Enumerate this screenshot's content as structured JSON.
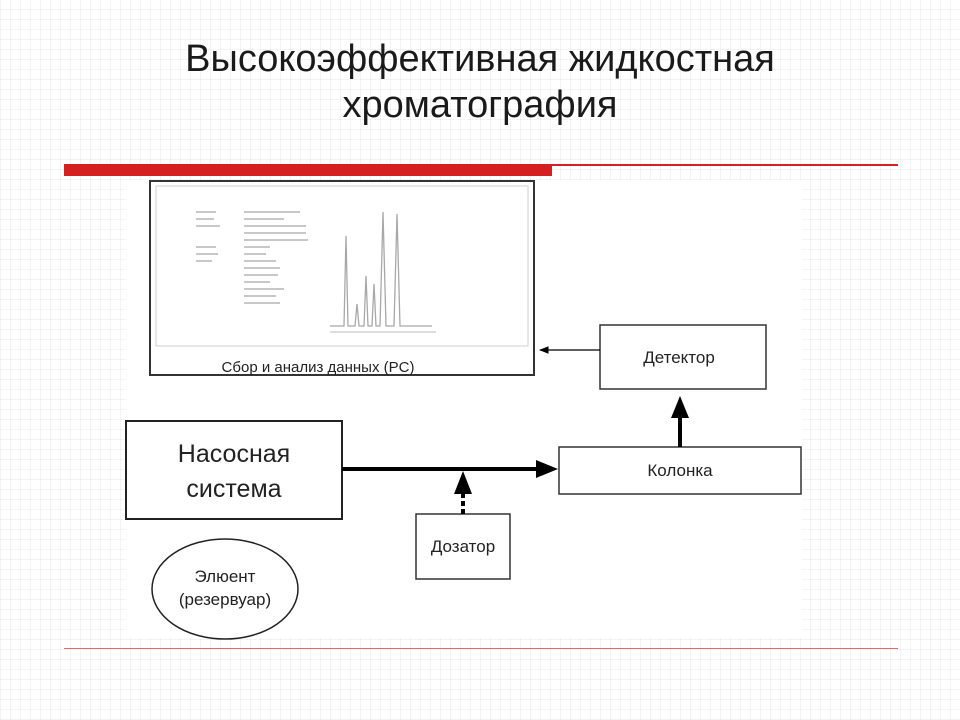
{
  "slide": {
    "title_line1": "Высокоэффективная жидкостная",
    "title_line2": "хроматография"
  },
  "diagram": {
    "pc_label": "Сбор и анализ данных (PC)",
    "detector_label": "Детектор",
    "pump_line1": "Насосная",
    "pump_line2": "система",
    "column_label": "Колонка",
    "injector_label": "Дозатор",
    "eluent_line1": "Элюент",
    "eluent_line2": "(резервуар)"
  },
  "colors": {
    "accent": "#d42020",
    "line": "#000000"
  }
}
